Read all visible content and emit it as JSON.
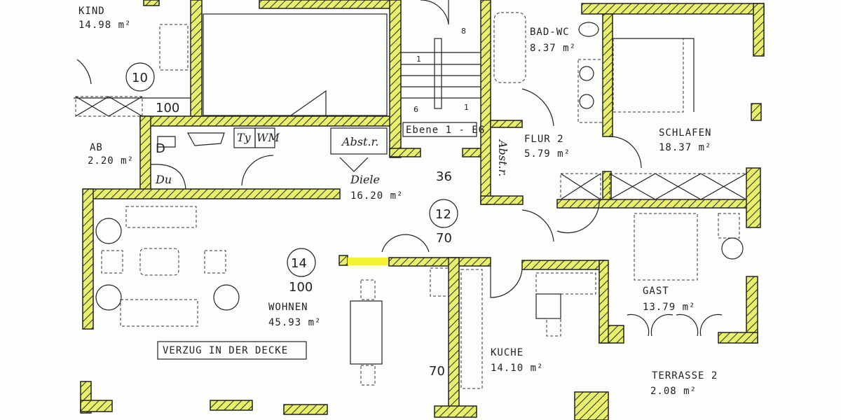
{
  "colors": {
    "wall_fill": "#e8ef6a",
    "wall_hatch": "#2a2a2a",
    "highlight": "#f2f230",
    "ink": "#222222"
  },
  "rooms": {
    "kind": {
      "name": "KIND",
      "area": "14.98 m²",
      "number": "10",
      "height": "100"
    },
    "ab": {
      "name": "AB",
      "area": "2.20 m²"
    },
    "du": {
      "label": "Du",
      "d_label": "D"
    },
    "fixtures": {
      "ty": "Ty",
      "wm": "WM",
      "abst": "Abst.r."
    },
    "diele": {
      "name": "Diele",
      "area": "16.20 m²",
      "number": "12",
      "height": "70",
      "stairs_count": "36"
    },
    "wohnen": {
      "name": "WOHNEN",
      "area": "45.93 m²",
      "number": "14",
      "height": "100",
      "note": "VERZUG IN DER DECKE"
    },
    "bad_wc": {
      "name": "BAD-WC",
      "area": "8.37 m²"
    },
    "flur2": {
      "name": "FLUR 2",
      "area": "5.79 m²",
      "abst": "Abst.r."
    },
    "schlafen": {
      "name": "SCHLAFEN",
      "area": "18.37 m²"
    },
    "gast": {
      "name": "GAST",
      "area": "13.79 m²"
    },
    "kuche": {
      "name": "KUCHE",
      "area": "14.10 m²",
      "height": "70"
    },
    "terrasse": {
      "name": "TERRASSE 2",
      "area": "2.08 m²"
    }
  },
  "stairs": {
    "level_label": "Ebene 1 - EG",
    "top": "8",
    "left_top": "1",
    "bottom_left": "6",
    "bottom_right": "1"
  }
}
